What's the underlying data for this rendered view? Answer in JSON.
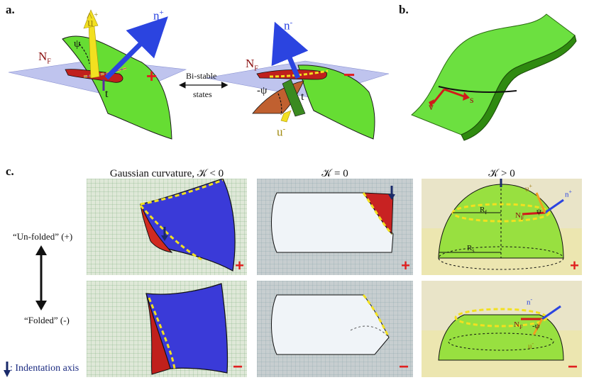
{
  "panels": {
    "a": "a.",
    "b": "b.",
    "c": "c."
  },
  "panel_a": {
    "left_labels": {
      "u": "u",
      "u_sup": "+",
      "n": "n",
      "n_sup": "+",
      "NF": "N",
      "NF_sub": "F",
      "psi": "ψ",
      "t": "t"
    },
    "right_labels": {
      "n": "n",
      "n_sup": "-",
      "NF": "N",
      "NF_sub": "F",
      "psi": "-ψ",
      "t": "t",
      "u": "u",
      "u_sup": "-"
    },
    "bistable_line1": "Bi-stable",
    "bistable_line2": "states",
    "plus_sign": "+",
    "minus_sign": "−"
  },
  "panel_b": {
    "v_label": "v",
    "s_label": "s"
  },
  "panel_c": {
    "col1_title": "Gaussian curvature, 𝒦 < 0",
    "col2_title": "𝒦 = 0",
    "col3_title": "𝒦 > 0",
    "unfolded_label": "“Un-folded” (+)",
    "folded_label": "“Folded” (-)",
    "indentation_label": ": Indentation axis",
    "plus_sign": "+",
    "minus_sign": "−",
    "dome_top": {
      "Rf": "R",
      "Rf_sub": "f",
      "Rs": "R",
      "Rs_sub": "s",
      "NF": "N",
      "NF_sub": "F",
      "psi": "ψ",
      "u": "u",
      "u_sup": "+",
      "n": "n",
      "n_sup": "+"
    },
    "dome_bottom": {
      "NF": "N",
      "NF_sub": "F",
      "psi": "-ψ",
      "n": "n",
      "n_sup": "-",
      "u": "u",
      "u_sup": "-"
    }
  },
  "colors": {
    "green": "#66dd33",
    "blue": "#2b44e0",
    "red": "#c0201c",
    "yellow": "#f2e020",
    "plane": "#aab0e8",
    "sign_red": "#e02020"
  }
}
